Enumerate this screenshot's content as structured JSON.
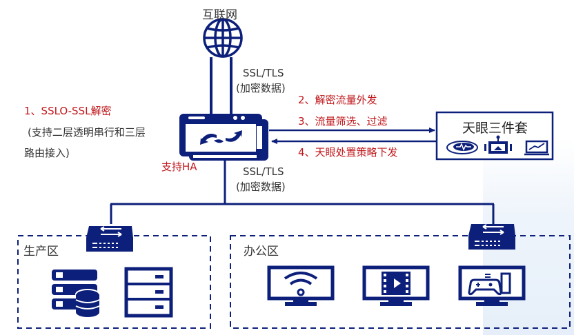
{
  "colors": {
    "primary": "#0c1f7a",
    "annotation_red": "#c0171b",
    "text": "#333333"
  },
  "internet": {
    "label": "互联网",
    "icon": "globe-icon"
  },
  "upper_link": {
    "protocol": "SSL/TLS",
    "note": "(加密数据)"
  },
  "lower_link": {
    "protocol": "SSL/TLS",
    "note": "(加密数据)"
  },
  "sslo": {
    "title": "1、SSLO-SSL解密",
    "desc_line1": "(支持二层透明串行和三层",
    "desc_line2": "路由接入)",
    "ha_label": "支持HA",
    "icon": "sync-device-icon"
  },
  "steps": {
    "step2": "2、解密流量外发",
    "step3": "3、流量筛选、过滤",
    "step4": "4、天眼处置策略下发"
  },
  "tianyan": {
    "title": "天眼三件套",
    "icons": [
      "sensor-icon",
      "analysis-device-icon",
      "monitor-chart-icon"
    ]
  },
  "zones": {
    "production": {
      "label": "生产区",
      "icons": [
        "server-database-icon",
        "server-rack-icon"
      ]
    },
    "office": {
      "label": "办公区",
      "icons": [
        "monitor-wifi-icon",
        "monitor-video-icon",
        "monitor-game-icon"
      ]
    }
  }
}
